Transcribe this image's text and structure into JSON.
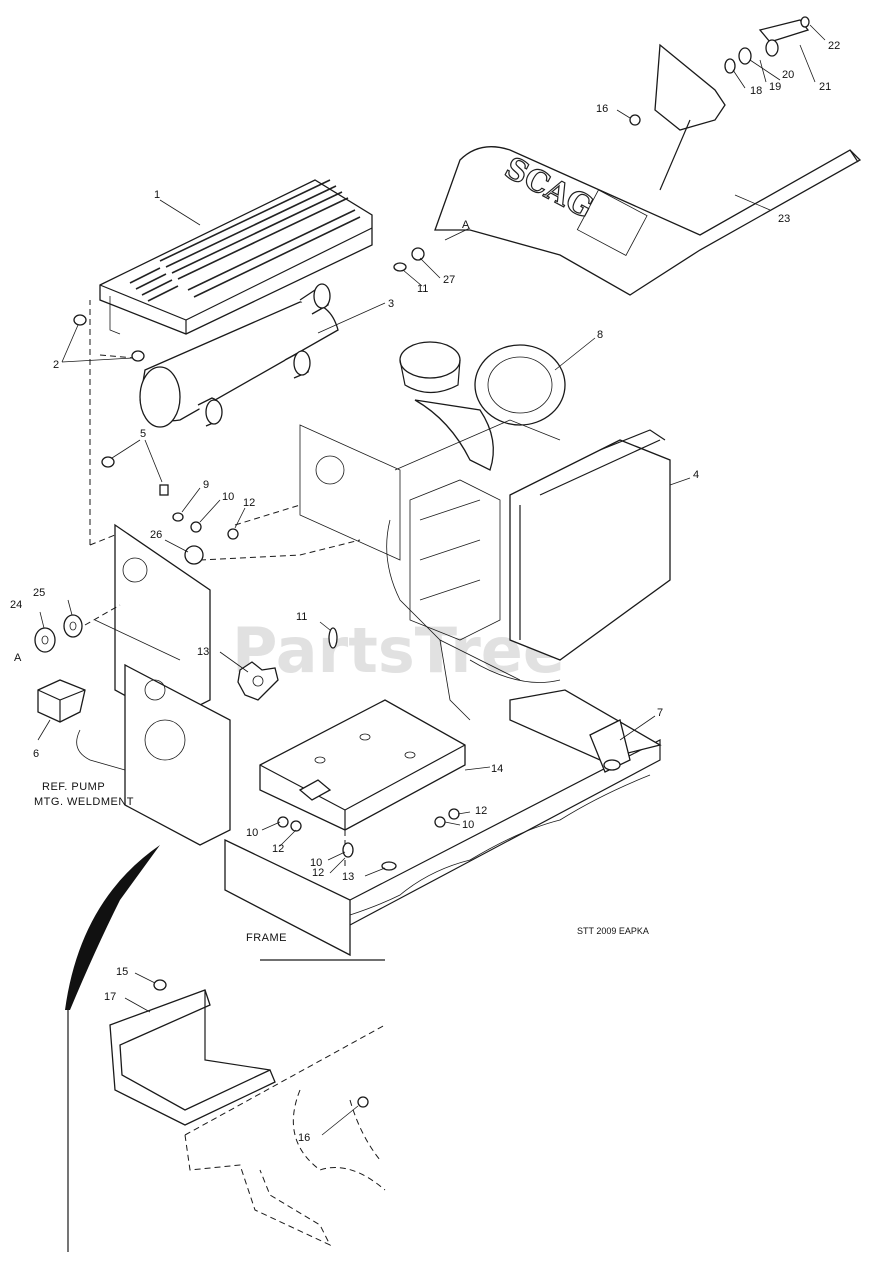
{
  "diagram": {
    "watermark": "PartsTree",
    "drawing_code": "STT 2009 EAPKA",
    "notes": {
      "pump_ref_line1": "REF. PUMP",
      "pump_ref_line2": "MTG. WELDMENT",
      "frame_label": "FRAME"
    },
    "cover_logo": "SCAG",
    "callouts": {
      "c1": "1",
      "c2": "2",
      "c3": "3",
      "c4": "4",
      "c5": "5",
      "c6": "6",
      "c7": "7",
      "c8": "8",
      "c9": "9",
      "c10a": "10",
      "c10b": "10",
      "c10c": "10",
      "c10d": "10",
      "c11a": "11",
      "c11b": "11",
      "c12a": "12",
      "c12b": "12",
      "c12c": "12",
      "c12d": "12",
      "c13a": "13",
      "c13b": "13",
      "c14": "14",
      "c15": "15",
      "c16a": "16",
      "c16b": "16",
      "c17": "17",
      "c18": "18",
      "c19": "19",
      "c20": "20",
      "c21": "21",
      "c22": "22",
      "c23": "23",
      "c24": "24",
      "c25": "25",
      "c26": "26",
      "c27": "27",
      "refA1": "A",
      "refA2": "A"
    }
  }
}
